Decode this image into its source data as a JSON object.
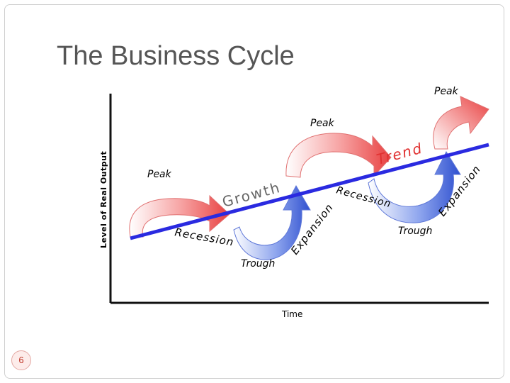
{
  "slide": {
    "title": "The Business Cycle",
    "page_number": "6"
  },
  "diagram": {
    "y_axis_label": "Level of Real Output",
    "x_axis_label": "Time",
    "trend_label": "Trend",
    "growth_label": "Growth",
    "peaks": [
      "Peak",
      "Peak",
      "Peak"
    ],
    "troughs": [
      "Trough",
      "Trough"
    ],
    "recessions": [
      "Recession",
      "Recession"
    ],
    "expansions": [
      "Expansion",
      "Expansion"
    ]
  },
  "colors": {
    "trend_line": "#2a2ae0",
    "recession_arrow": "#e84a4a",
    "expansion_arrow": "#3a5bd0",
    "title_text": "#555555"
  }
}
